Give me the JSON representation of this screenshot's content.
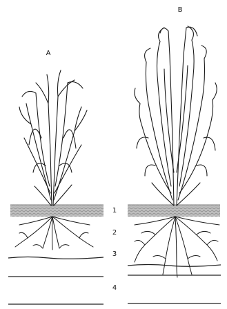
{
  "panels": [
    {
      "label": "A"
    },
    {
      "label": "B"
    }
  ],
  "layers": [
    {
      "label": "1"
    },
    {
      "label": "2"
    },
    {
      "label": "3"
    },
    {
      "label": "4"
    }
  ],
  "colors": {
    "ink": "#111111",
    "soil_band": "#b9b9b9",
    "background": "#ffffff"
  }
}
